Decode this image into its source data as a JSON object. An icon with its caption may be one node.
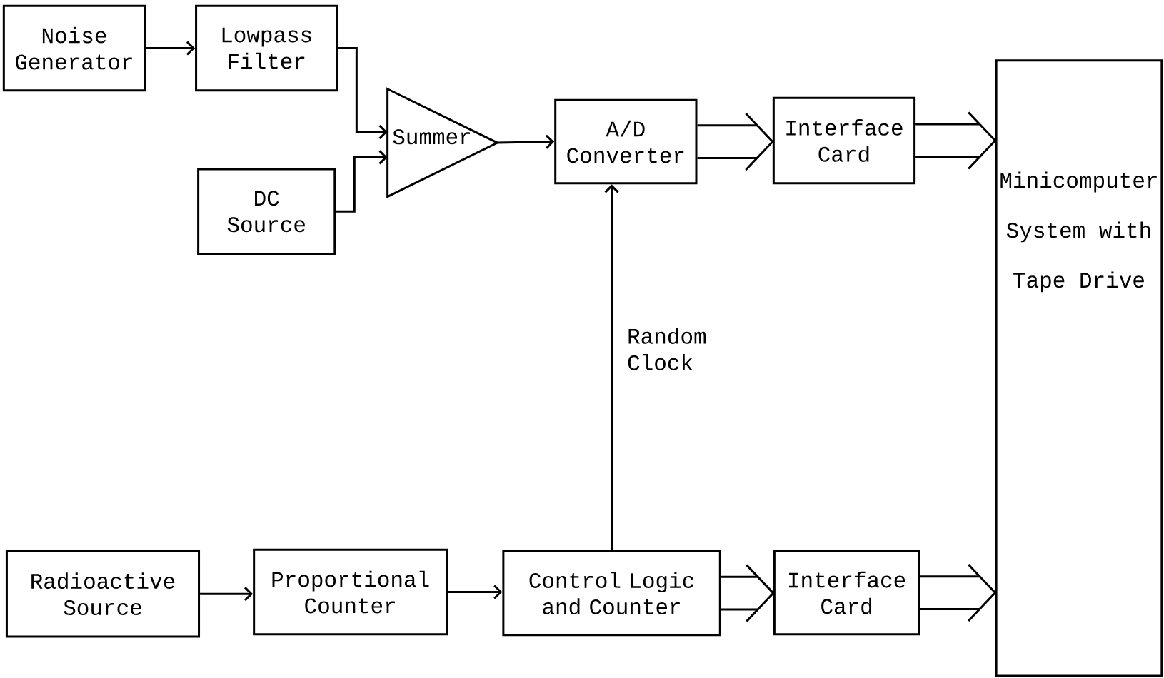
{
  "diagram": {
    "nodes": [
      {
        "text": [
          "Noise Generator"
        ]
      },
      {
        "text": [
          "Lowpass Filter"
        ]
      },
      {
        "text": [
          "DC Source"
        ]
      },
      {
        "text": [
          "Summer"
        ]
      },
      {
        "text": [
          "A/D Converter"
        ]
      },
      {
        "text": [
          "Interface Card"
        ]
      },
      {
        "text": [
          "Minicomputer System with Tape Drive"
        ]
      },
      {
        "text": [
          "Radioactive Source"
        ]
      },
      {
        "text": [
          "Proportional Counter"
        ]
      },
      {
        "text": [
          "Control Logic and Counter"
        ]
      },
      {
        "text": [
          "Interface Card"
        ]
      }
    ],
    "edges": [
      {
        "from": 0,
        "to": 1,
        "arrow": "to"
      },
      {
        "from": 1,
        "to": 3,
        "arrow": "to"
      },
      {
        "from": 2,
        "to": 3,
        "arrow": "to"
      },
      {
        "from": 3,
        "to": 4,
        "arrow": "to"
      },
      {
        "from": 4,
        "to": 5,
        "arrow": "to"
      },
      {
        "from": 5,
        "to": 6,
        "arrow": "to"
      },
      {
        "from": 9,
        "to": 4,
        "arrow": "to",
        "label": "Random Clock"
      },
      {
        "from": 7,
        "to": 8,
        "arrow": "to"
      },
      {
        "from": 8,
        "to": 9,
        "arrow": "to"
      },
      {
        "from": 9,
        "to": 10,
        "arrow": "to"
      },
      {
        "from": 10,
        "to": 6,
        "arrow": "to"
      }
    ]
  }
}
